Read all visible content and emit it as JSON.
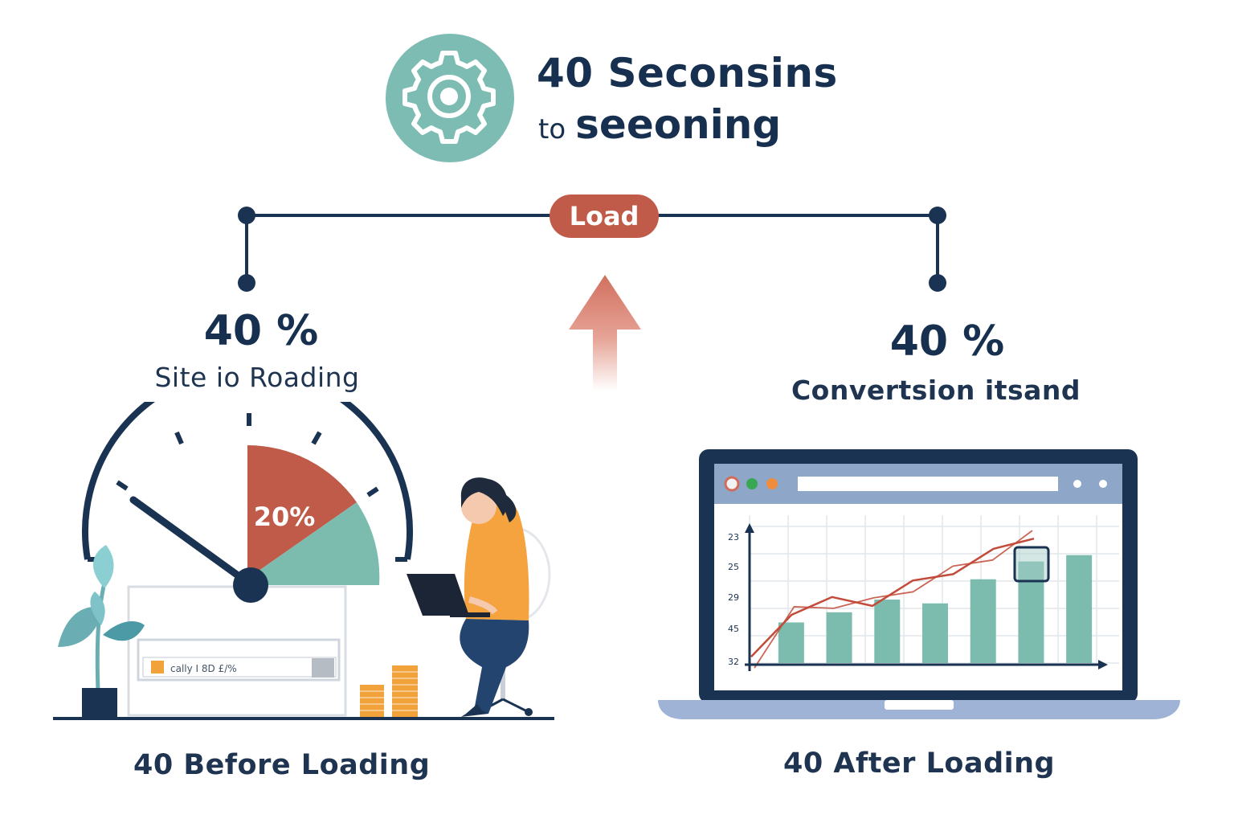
{
  "header": {
    "title_line1": "40 Seconsins",
    "title_line2_small": "to",
    "title_line2_big": "seeoning"
  },
  "timeline": {
    "label": "Load"
  },
  "left": {
    "stat": "40 %",
    "description": "Site io Roading",
    "gauge_value": "20%",
    "card_text": "cally I 8D £/%",
    "caption": "40 Before Loading"
  },
  "right": {
    "stat": "40 %",
    "description": "Convertsion itsand",
    "caption": "40 After Loading",
    "chart": {
      "y_ticks": [
        "23",
        "25",
        "29",
        "45",
        "32"
      ]
    }
  },
  "colors": {
    "navy": "#1b3352",
    "red": "#c05a49",
    "teal": "#7bbcae",
    "orange": "#f2a23a",
    "gear_bg": "#7dbcb2"
  },
  "chart_data": {
    "type": "bar",
    "y_tick_labels": [
      "23",
      "25",
      "29",
      "45",
      "32"
    ],
    "values": [
      0.32,
      0.4,
      0.5,
      0.47,
      0.66,
      0.8,
      0.85
    ],
    "line": [
      0.05,
      0.38,
      0.52,
      0.45,
      0.65,
      0.7,
      0.9,
      0.98
    ]
  }
}
